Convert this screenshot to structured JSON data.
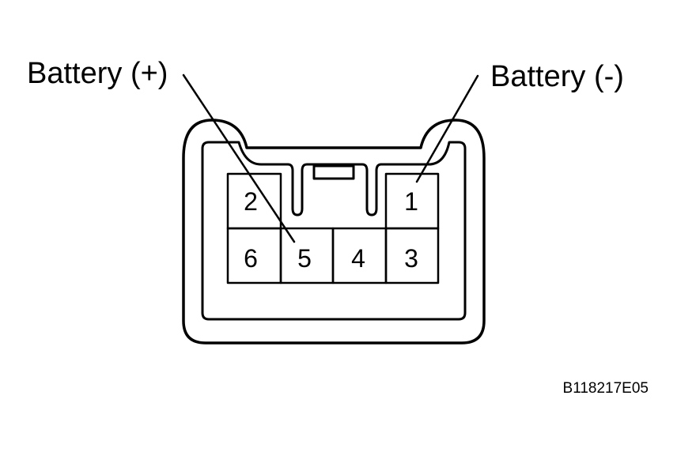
{
  "labels": {
    "battery_positive": "Battery (+)",
    "battery_negative": "Battery (-)"
  },
  "connector": {
    "pins": {
      "pin_1": "1",
      "pin_2": "2",
      "pin_3": "3",
      "pin_4": "4",
      "pin_5": "5",
      "pin_6": "6"
    }
  },
  "figure_id": "B118217E05",
  "colors": {
    "line": "#000000",
    "background": "#ffffff"
  }
}
